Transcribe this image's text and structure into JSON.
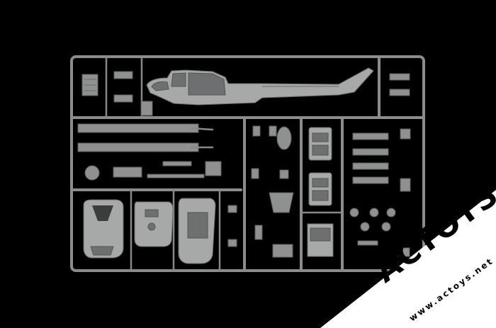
{
  "image": {
    "subject": "plastic model kit sprue",
    "background_color": "#000000",
    "plastic_color": "#8f9191"
  },
  "watermark": {
    "logo_text": "ACTOYS",
    "url_text": "www.actoys.net",
    "banner_color": "#ffffff"
  }
}
